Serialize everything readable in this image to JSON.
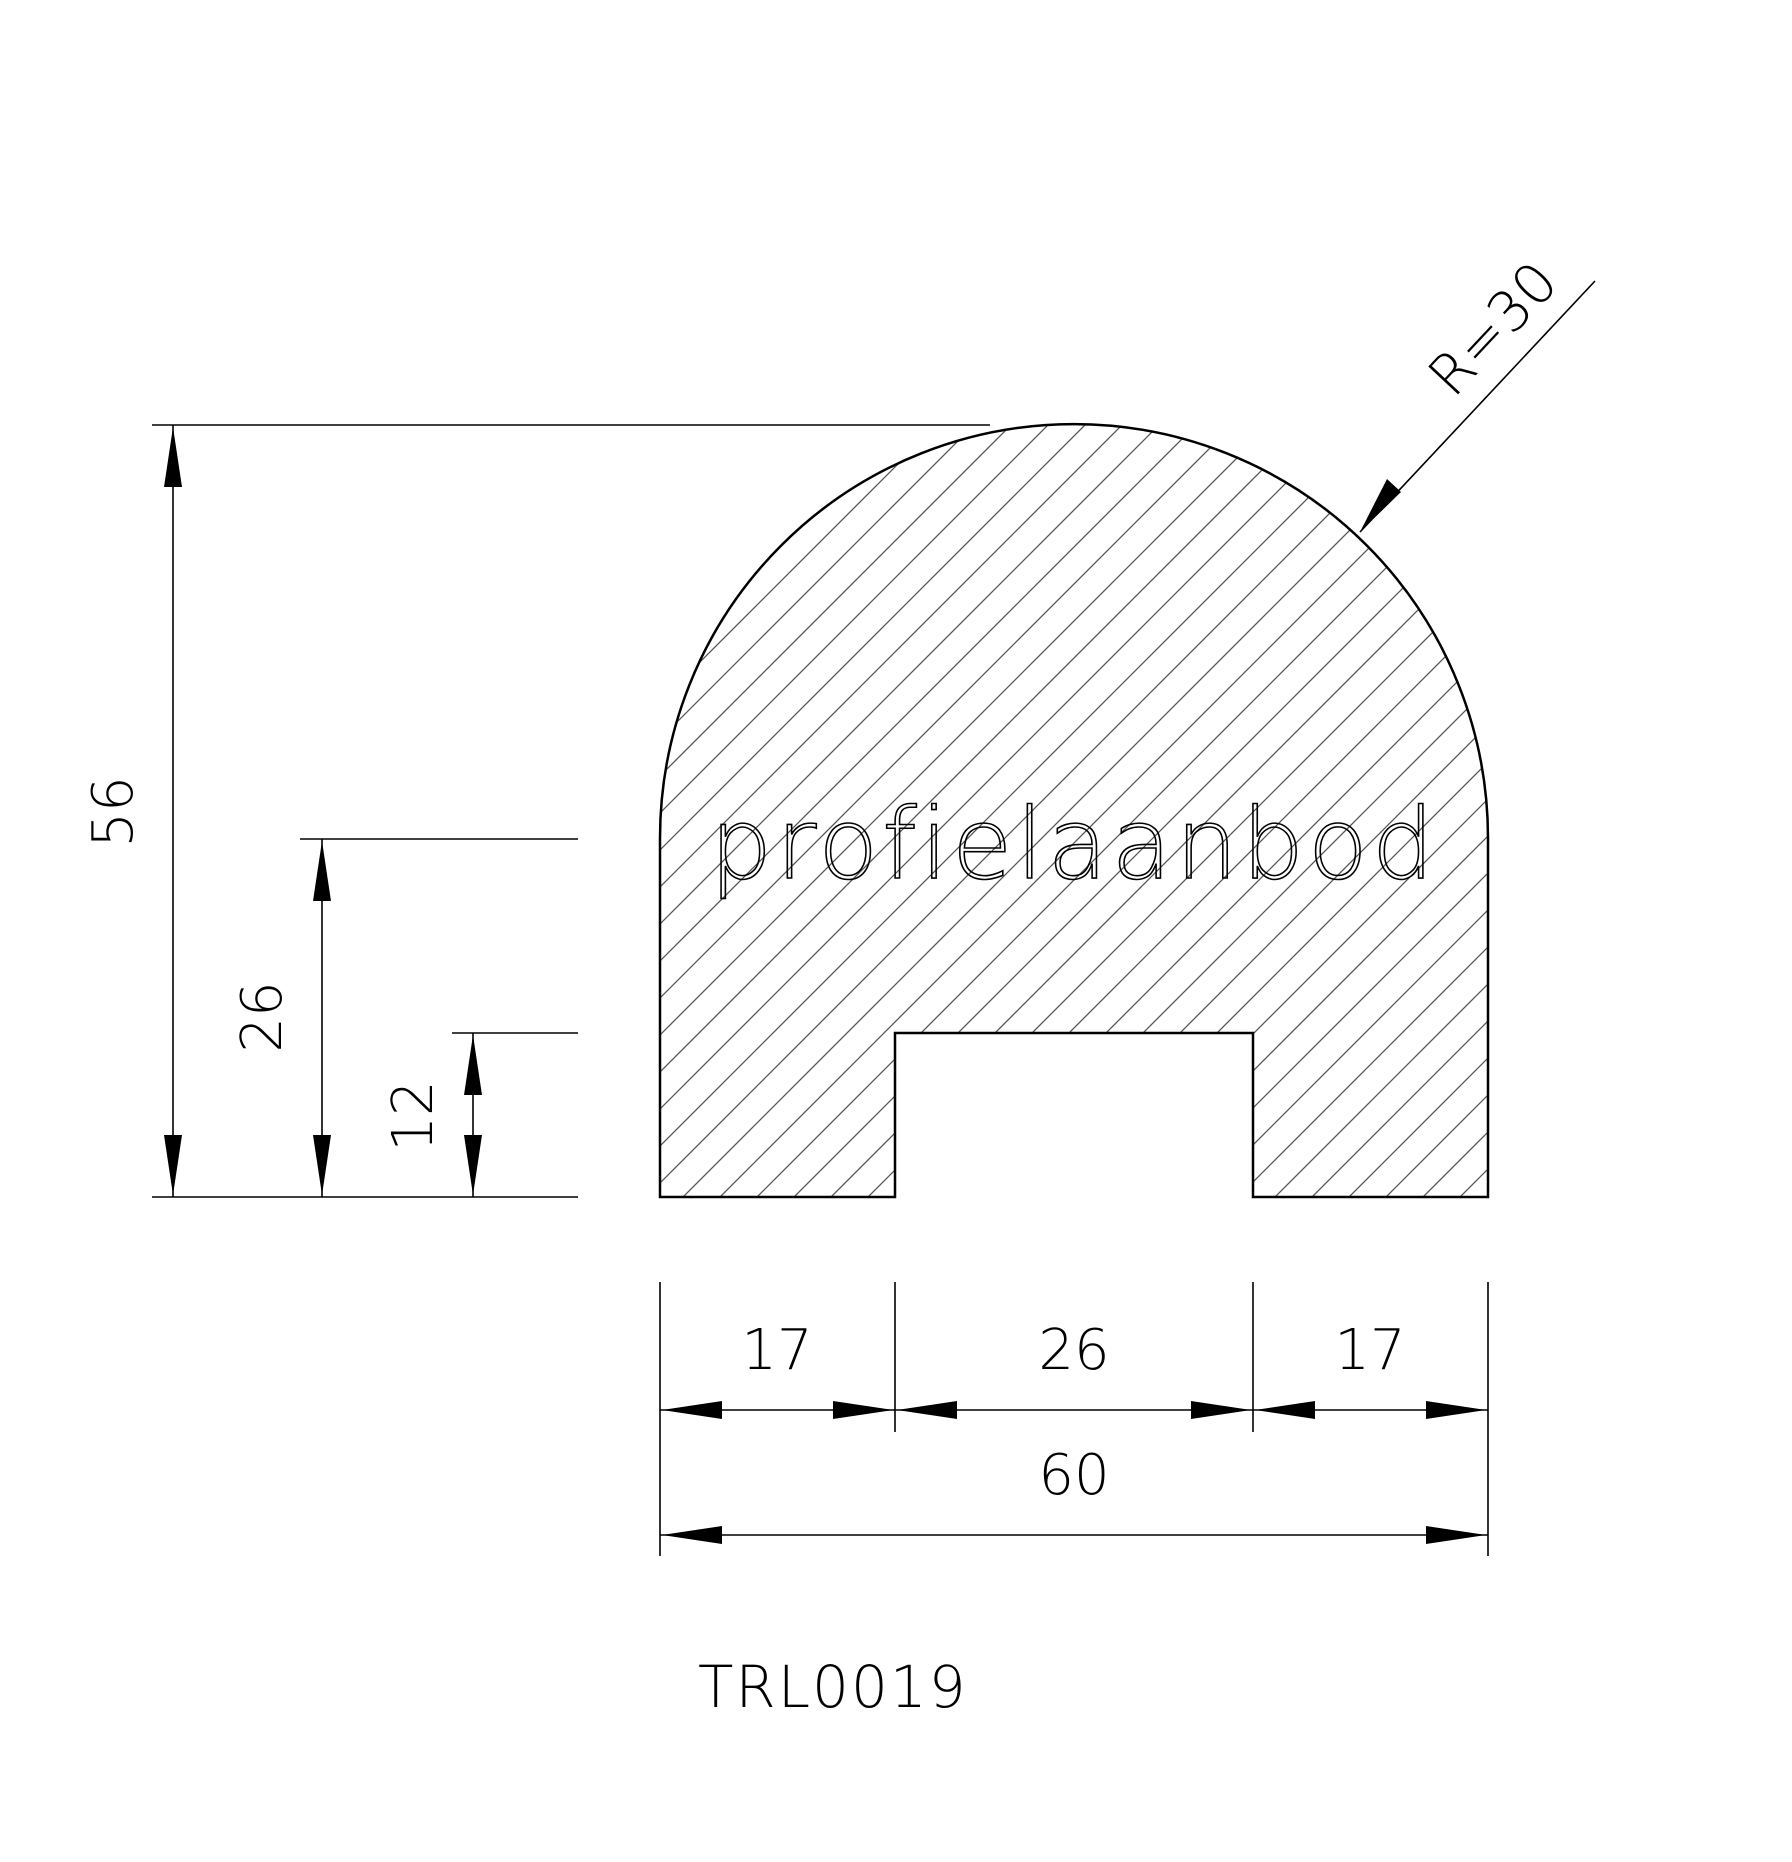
{
  "drawing": {
    "code": "TRL0019",
    "watermark": "profielaanbod",
    "radius_label": "R=30",
    "vertical_dimensions": {
      "total_height": "56",
      "mid_height": "26",
      "groove_height": "12"
    },
    "horizontal_dimensions": {
      "left_segment": "17",
      "groove_width": "26",
      "right_segment": "17",
      "total_width": "60"
    }
  }
}
